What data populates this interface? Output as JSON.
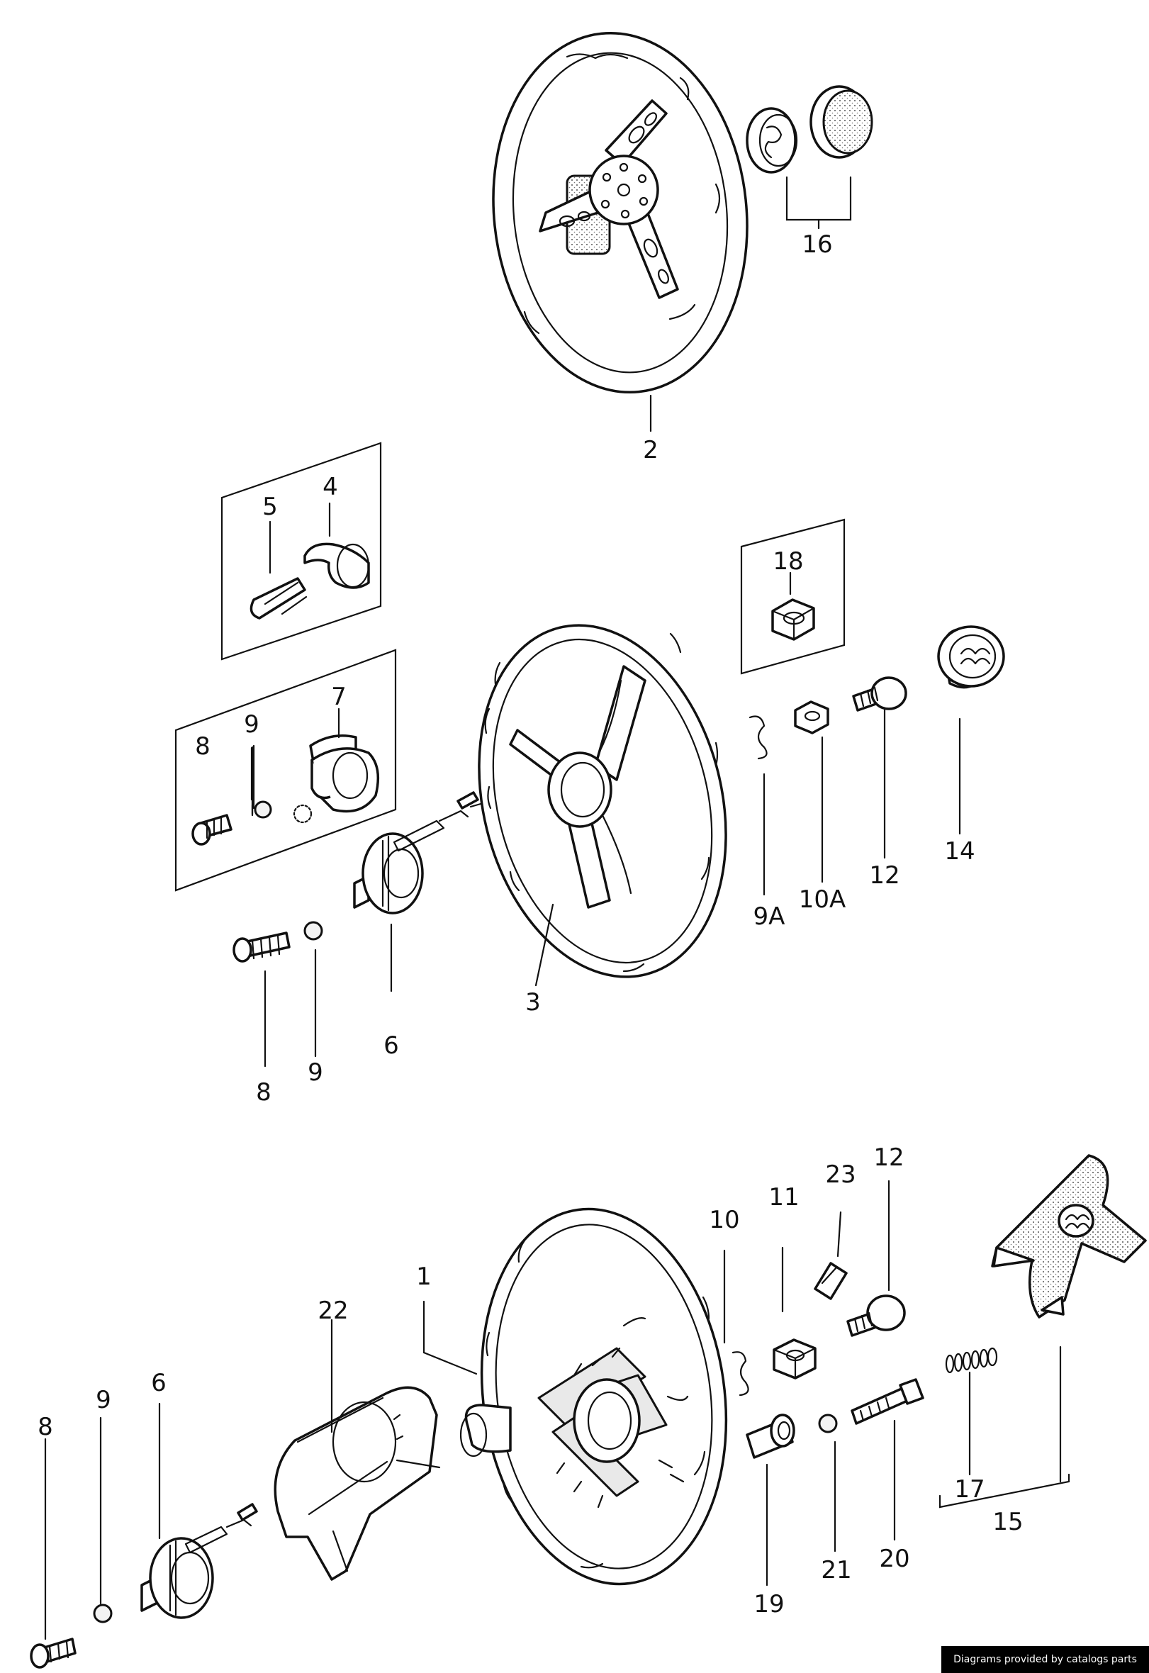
{
  "diagram": {
    "callouts": {
      "c1": "1",
      "c2": "2",
      "c3": "3",
      "c4": "4",
      "c5": "5",
      "c6a": "6",
      "c6b": "6",
      "c7": "7",
      "c8a": "8",
      "c8b": "8",
      "c8c": "8",
      "c9a": "9",
      "c9b": "9",
      "c9c": "9",
      "c9A": "9A",
      "c10": "10",
      "c10A": "10A",
      "c11": "11",
      "c12a": "12",
      "c12b": "12",
      "c14": "14",
      "c15": "15",
      "c16": "16",
      "c17": "17",
      "c18": "18",
      "c19": "19",
      "c20": "20",
      "c21": "21",
      "c22": "22",
      "c23": "23"
    }
  },
  "footer": {
    "credit": "Diagrams provided by catalogs parts"
  }
}
